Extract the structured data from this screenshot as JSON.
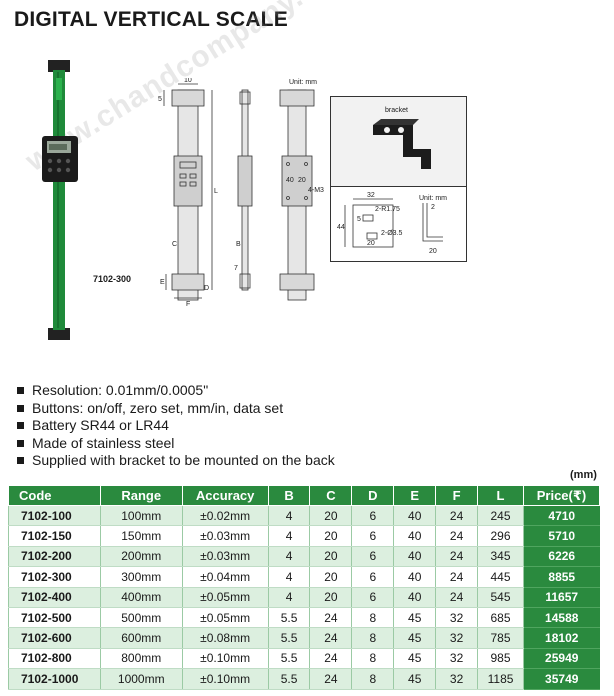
{
  "title": "DIGITAL VERTICAL SCALE",
  "watermark": "www.chandcompany.com",
  "product_model": "7102-300",
  "drawing": {
    "unit": "Unit: mm",
    "dims": [
      "10",
      "5",
      "L",
      "C",
      "B",
      "E",
      "F",
      "D",
      "7",
      "40",
      "20",
      "4-M3"
    ]
  },
  "bracket": {
    "label": "bracket",
    "unit": "Unit: mm",
    "dims": [
      "32",
      "2-R1.75",
      "5",
      "44",
      "20",
      "2-Ø3.5",
      "2",
      "20"
    ]
  },
  "features": [
    "Resolution: 0.01mm/0.0005\"",
    "Buttons: on/off, zero set, mm/in, data set",
    "Battery SR44 or LR44",
    "Made of stainless steel",
    "Supplied with bracket to be mounted on the back"
  ],
  "table_unit": "(mm)",
  "table": {
    "headers": [
      "Code",
      "Range",
      "Accuracy",
      "B",
      "C",
      "D",
      "E",
      "F",
      "L",
      "Price(₹)"
    ],
    "rows": [
      [
        "7102-100",
        "100mm",
        "±0.02mm",
        "4",
        "20",
        "6",
        "40",
        "24",
        "245",
        "4710"
      ],
      [
        "7102-150",
        "150mm",
        "±0.03mm",
        "4",
        "20",
        "6",
        "40",
        "24",
        "296",
        "5710"
      ],
      [
        "7102-200",
        "200mm",
        "±0.03mm",
        "4",
        "20",
        "6",
        "40",
        "24",
        "345",
        "6226"
      ],
      [
        "7102-300",
        "300mm",
        "±0.04mm",
        "4",
        "20",
        "6",
        "40",
        "24",
        "445",
        "8855"
      ],
      [
        "7102-400",
        "400mm",
        "±0.05mm",
        "4",
        "20",
        "6",
        "40",
        "24",
        "545",
        "11657"
      ],
      [
        "7102-500",
        "500mm",
        "±0.05mm",
        "5.5",
        "24",
        "8",
        "45",
        "32",
        "685",
        "14588"
      ],
      [
        "7102-600",
        "600mm",
        "±0.08mm",
        "5.5",
        "24",
        "8",
        "45",
        "32",
        "785",
        "18102"
      ],
      [
        "7102-800",
        "800mm",
        "±0.10mm",
        "5.5",
        "24",
        "8",
        "45",
        "32",
        "985",
        "25949"
      ],
      [
        "7102-1000",
        "1000mm",
        "±0.10mm",
        "5.5",
        "24",
        "8",
        "45",
        "32",
        "1185",
        "35749"
      ]
    ]
  },
  "colors": {
    "header_green": "#2a8a3e",
    "row_tint": "#dcefdf",
    "scale_green": "#1f8a3a"
  }
}
